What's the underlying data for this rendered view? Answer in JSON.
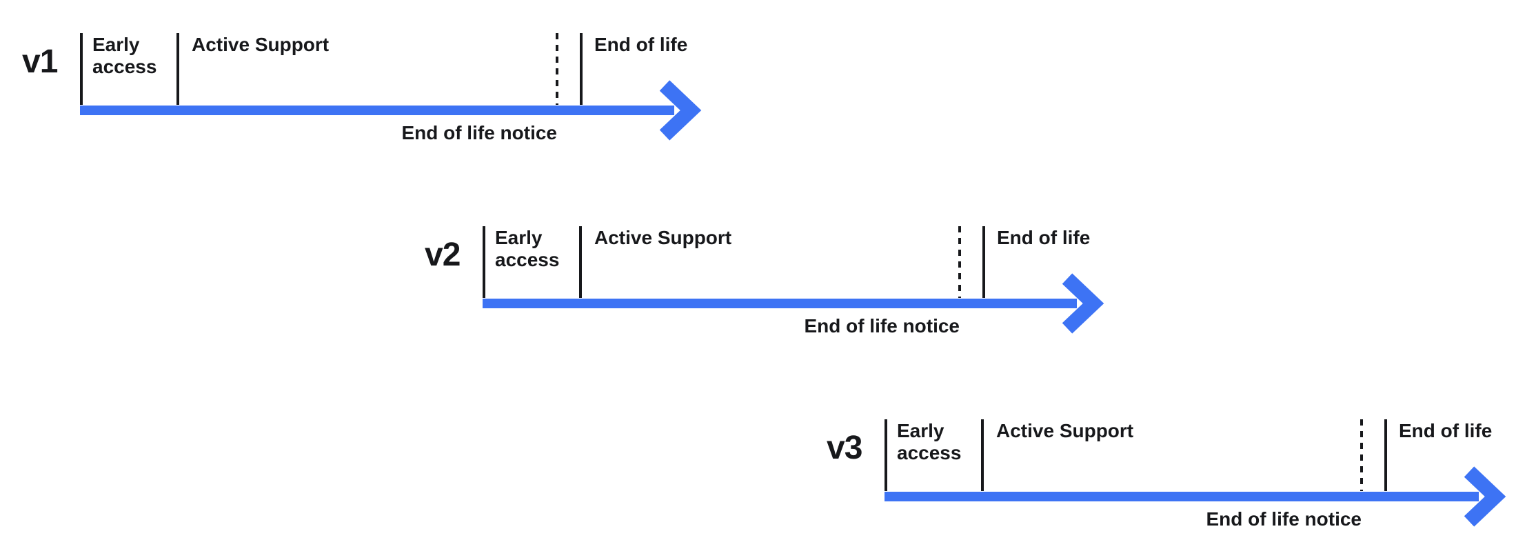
{
  "colors": {
    "timeline_blue": "#3d73f4",
    "ink": "#17181b"
  },
  "timelines": [
    {
      "version": "v1",
      "early_access": "Early access",
      "active_support": "Active Support",
      "end_of_life": "End of life",
      "notice": "End of life notice"
    },
    {
      "version": "v2",
      "early_access": "Early access",
      "active_support": "Active Support",
      "end_of_life": "End of life",
      "notice": "End of life notice"
    },
    {
      "version": "v3",
      "early_access": "Early access",
      "active_support": "Active Support",
      "end_of_life": "End of life",
      "notice": "End of life notice"
    }
  ]
}
